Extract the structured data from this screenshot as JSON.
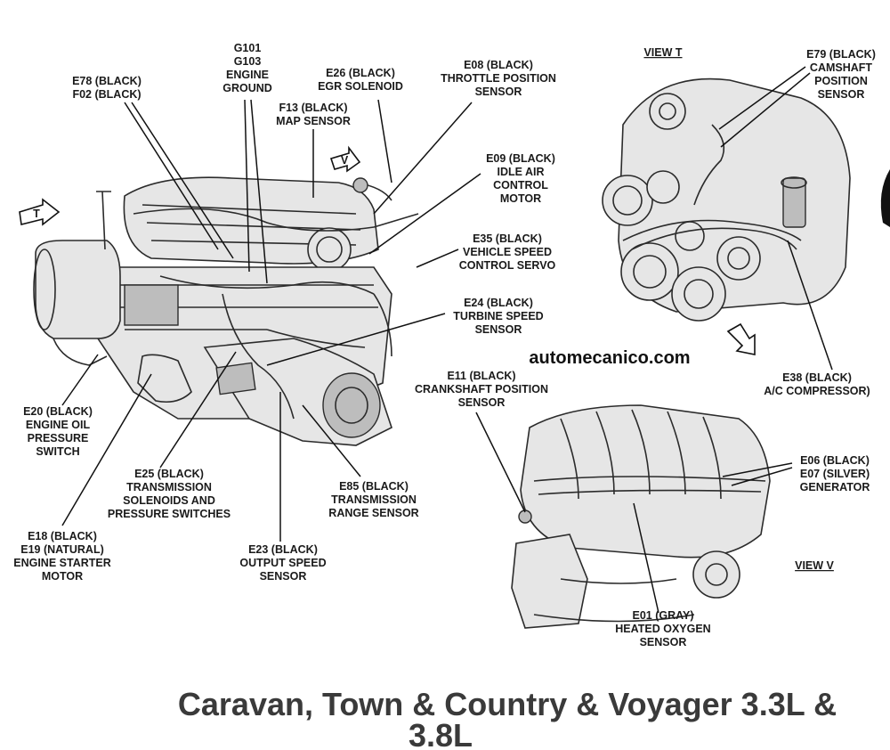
{
  "views": {
    "view_t": "VIEW T",
    "view_v": "VIEW V",
    "arrow_t": "T",
    "arrow_v": "V"
  },
  "watermark": "automecanico.com",
  "title": {
    "line1": "Caravan, Town & Country & Voyager 3.3L &",
    "line2": "3.8L"
  },
  "labels": {
    "e78": [
      "E78 (BLACK)",
      "F02 (BLACK)"
    ],
    "g101": [
      "G101",
      "G103",
      "ENGINE",
      "GROUND"
    ],
    "f13": [
      "F13 (BLACK)",
      "MAP SENSOR"
    ],
    "e26": [
      "E26 (BLACK)",
      "EGR SOLENOID"
    ],
    "e08": [
      "E08 (BLACK)",
      "THROTTLE POSITION",
      "SENSOR"
    ],
    "e09": [
      "E09 (BLACK)",
      "IDLE AIR",
      "CONTROL",
      "MOTOR"
    ],
    "e35": [
      "E35 (BLACK)",
      "VEHICLE SPEED",
      "CONTROL SERVO"
    ],
    "e24": [
      "E24 (BLACK)",
      "TURBINE SPEED",
      "SENSOR"
    ],
    "e11": [
      "E11 (BLACK)",
      "CRANKSHAFT POSITION",
      "SENSOR"
    ],
    "e20": [
      "E20 (BLACK)",
      "ENGINE OIL",
      "PRESSURE",
      "SWITCH"
    ],
    "e25": [
      "E25 (BLACK)",
      "TRANSMISSION",
      "SOLENOIDS AND",
      "PRESSURE SWITCHES"
    ],
    "e85": [
      "E85 (BLACK)",
      "TRANSMISSION",
      "RANGE SENSOR"
    ],
    "e18": [
      "E18 (BLACK)",
      "E19 (NATURAL)",
      "ENGINE STARTER",
      "MOTOR"
    ],
    "e23": [
      "E23 (BLACK)",
      "OUTPUT SPEED",
      "SENSOR"
    ],
    "e79": [
      "E79 (BLACK)",
      "CAMSHAFT",
      "POSITION",
      "SENSOR"
    ],
    "e38": [
      "E38 (BLACK)",
      "A/C COMPRESSOR)"
    ],
    "e06": [
      "E06 (BLACK)",
      "E07 (SILVER)",
      "GENERATOR"
    ],
    "e01": [
      "E01 (GRAY)",
      "HEATED OXYGEN",
      "SENSOR"
    ]
  }
}
